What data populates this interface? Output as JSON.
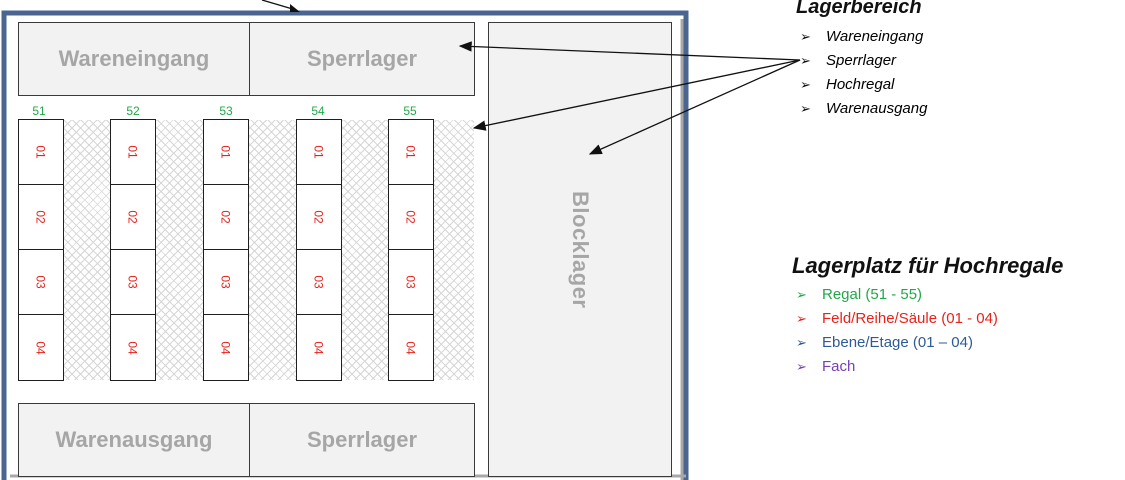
{
  "zones": {
    "wareneingang": "Wareneingang",
    "sperrlager_top": "Sperrlager",
    "warenausgang": "Warenausgang",
    "sperrlager_bottom": "Sperrlager",
    "blocklager": "Blocklager"
  },
  "racks": [
    {
      "number": "51",
      "cells": [
        "01",
        "02",
        "03",
        "04"
      ]
    },
    {
      "number": "52",
      "cells": [
        "01",
        "02",
        "03",
        "04"
      ]
    },
    {
      "number": "53",
      "cells": [
        "01",
        "02",
        "03",
        "04"
      ]
    },
    {
      "number": "54",
      "cells": [
        "01",
        "02",
        "03",
        "04"
      ]
    },
    {
      "number": "55",
      "cells": [
        "01",
        "02",
        "03",
        "04"
      ]
    }
  ],
  "legend_lagerbereich": {
    "title": "Lagerbereich",
    "items": [
      "Wareneingang",
      "Sperrlager",
      "Hochregal",
      "Warenausgang"
    ]
  },
  "legend_lagerplatz": {
    "title": "Lagerplatz für Hochregale",
    "items": [
      {
        "text": "Regal (51 - 55)",
        "color": "#22a84a"
      },
      {
        "text": "Feld/Reihe/Säule (01 - 04)",
        "color": "#e8211b"
      },
      {
        "text": "Ebene/Etage (01 – 04)",
        "color": "#2e5a96"
      },
      {
        "text": "Fach",
        "color": "#7a3fb0"
      }
    ]
  },
  "colors": {
    "frame_border": "#4a6690",
    "zone_fill": "#f2f2f2",
    "zone_text": "#a6a6a6",
    "rack_number": "#22a84a",
    "cell_text": "#e8211b"
  }
}
